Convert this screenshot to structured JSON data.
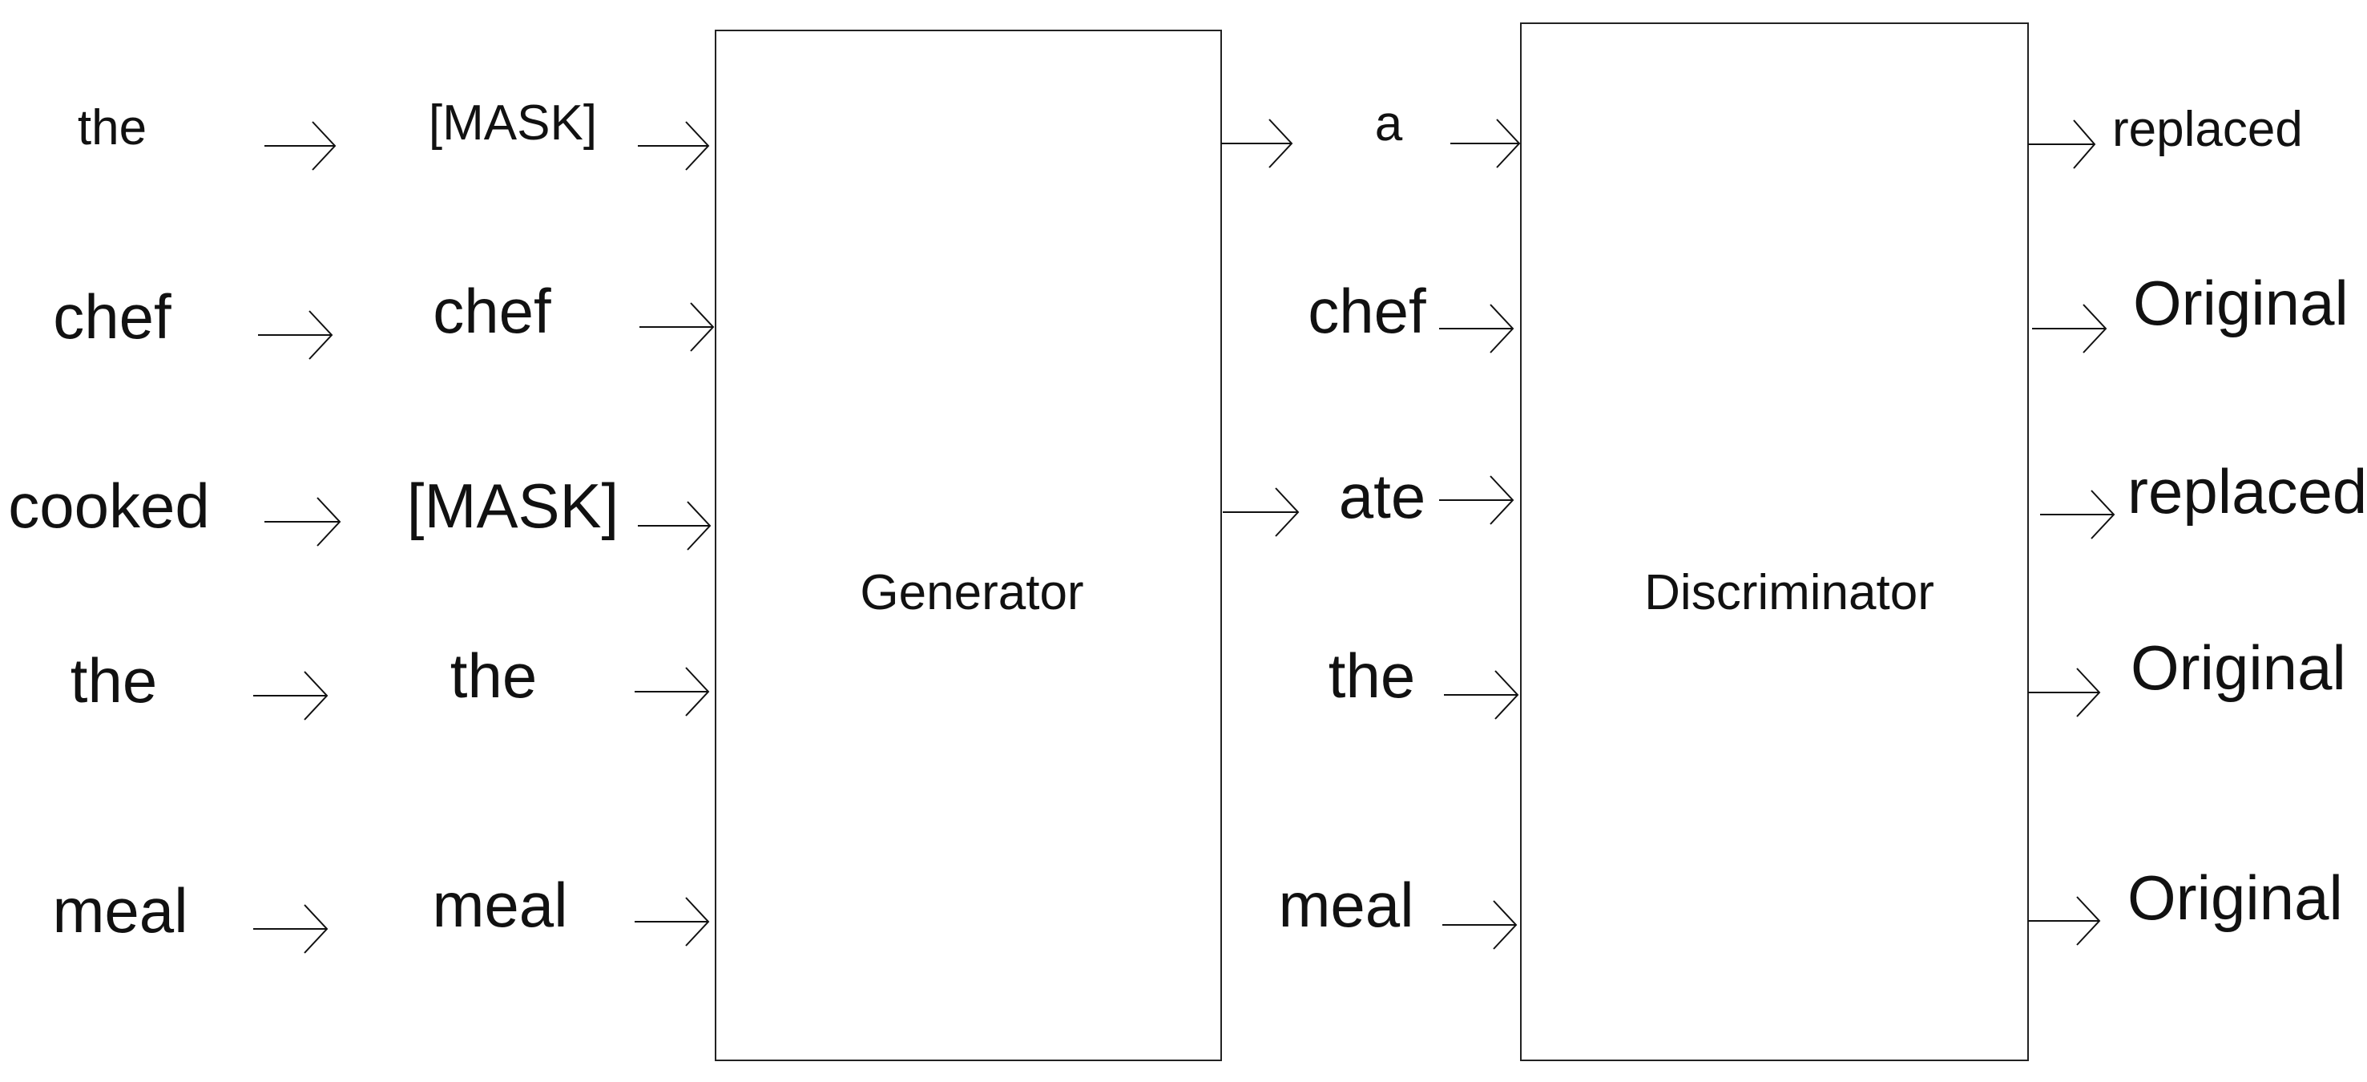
{
  "generator": {
    "label": "Generator"
  },
  "discriminator": {
    "label": "Discriminator"
  },
  "input_tokens": [
    "the",
    "chef",
    "cooked",
    "the",
    "meal"
  ],
  "masked_tokens": [
    "[MASK]",
    "chef",
    "[MASK]",
    "the",
    "meal"
  ],
  "generated_tokens": [
    "a",
    "chef",
    "ate",
    "the",
    "meal"
  ],
  "predictions": [
    "replaced",
    "Original",
    "replaced",
    "Original",
    "Original"
  ],
  "colors": {
    "line": "#222222",
    "text": "#111111",
    "background": "#ffffff"
  }
}
